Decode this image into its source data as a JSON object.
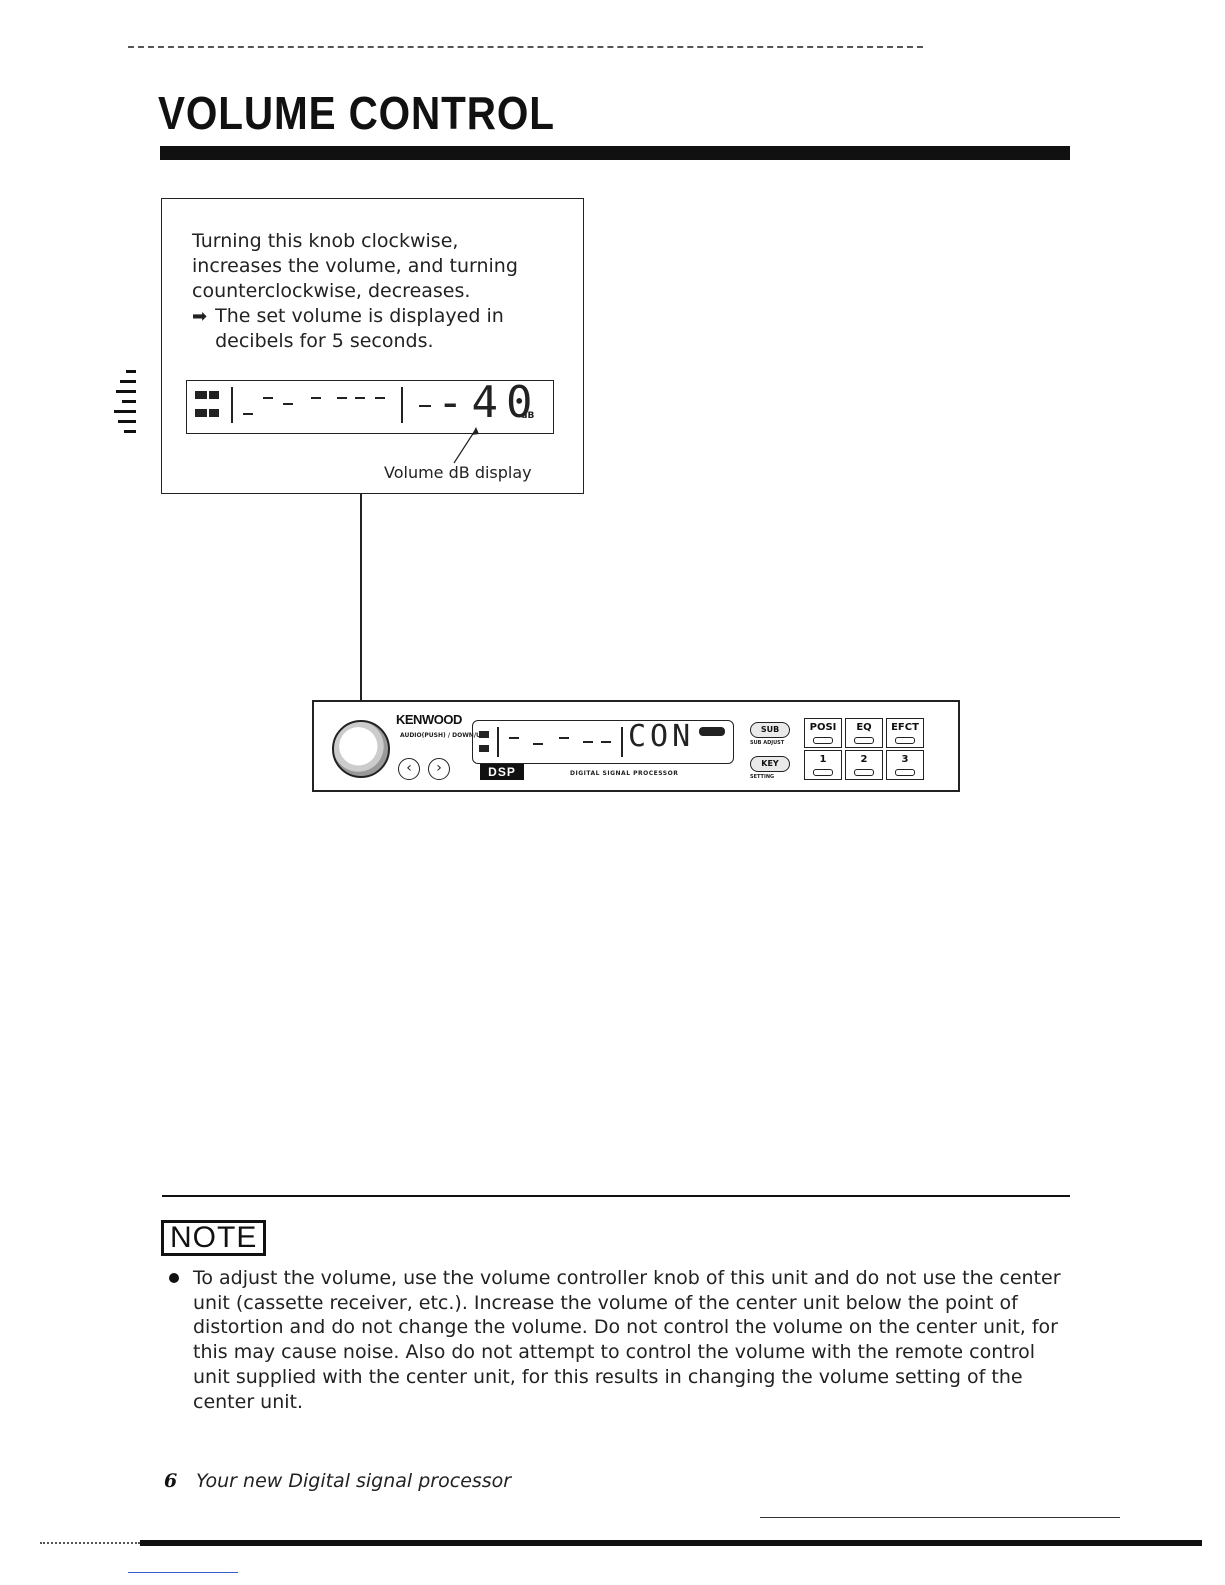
{
  "page": {
    "title": "VOLUME CONTROL"
  },
  "callout": {
    "line1": "Turning this knob clockwise,",
    "line2": "increases the volume, and turning",
    "line3": "counterclockwise, decreases.",
    "note_line1": "The set volume is displayed in",
    "note_line2": "decibels for 5 seconds.",
    "lcd_digits": "-40",
    "lcd_unit": "dB",
    "caption": "Volume dB display"
  },
  "device": {
    "brand": "KENWOOD",
    "knob_caption": "AUDIO(PUSH) / DOWN/UP",
    "display_text": "CON",
    "dsp_badge": "DSP",
    "dsp_caption": "DIGITAL SIGNAL PROCESSOR",
    "sub_button": "SUB",
    "sub_caption": "SUB ADJUST",
    "key_button": "KEY",
    "key_caption": "SETTING",
    "buttons_top": [
      "POSI",
      "EQ",
      "EFCT"
    ],
    "buttons_bottom": [
      "1",
      "2",
      "3"
    ]
  },
  "note": {
    "heading": "NOTE",
    "text": "To adjust the volume, use the volume controller knob of this unit and do not use the center unit (cassette receiver, etc.). Increase the volume of the center unit below the point of distortion and do not change the volume. Do not control the volume on the center unit, for this may cause noise. Also do not attempt to control the volume with the remote control unit supplied with the center unit, for this results in changing the volume setting of the center unit."
  },
  "footer": {
    "page_number": "6",
    "text": "Your new Digital signal processor"
  },
  "icons": {
    "arrow": "right-arrow-icon",
    "bullet": "bullet-icon",
    "left": "chevron-left-icon",
    "right": "chevron-right-icon"
  }
}
